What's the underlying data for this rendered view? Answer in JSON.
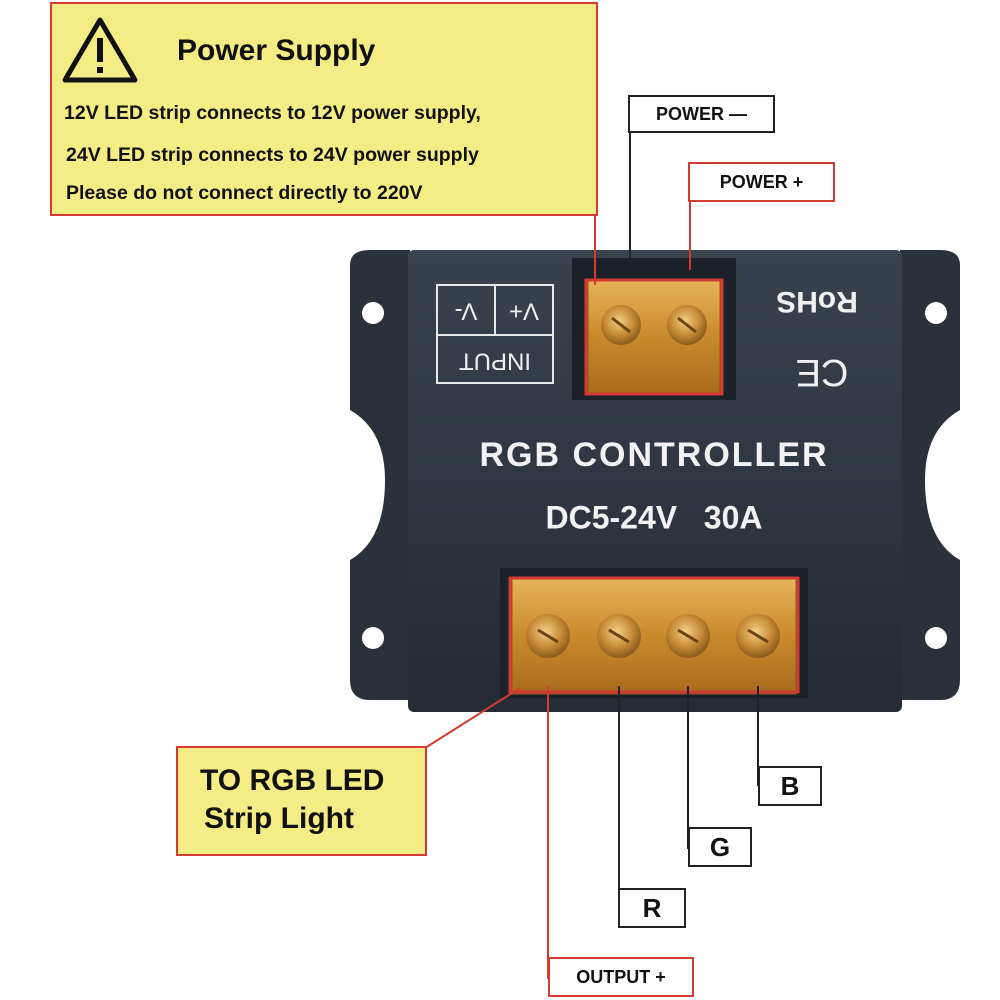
{
  "warning": {
    "icon": "warning-triangle-icon",
    "title": "Power Supply",
    "lines": [
      "12V LED strip connects to 12V power supply,",
      "24V LED strip connects to 24V power supply",
      "Please do not connect directly to 220V"
    ]
  },
  "labels": {
    "power_minus": "POWER —",
    "power_plus": "POWER +",
    "b": "B",
    "g": "G",
    "r": "R",
    "output_plus": "OUTPUT +",
    "to_rgb_line1": "TO RGB LED",
    "to_rgb_line2": "Strip Light"
  },
  "device": {
    "title": "RGB CONTROLLER",
    "rating": "DC5-24V   30A",
    "input_label": "INPUT",
    "v_plus": "V+",
    "v_minus": "V-",
    "rohs": "RoHS",
    "ce": "CE",
    "body_color": "#2e3540",
    "terminal_color": "#d69a3a"
  },
  "colors": {
    "callout_yellow": "#f4ec84",
    "highlight_red": "#d23a32"
  }
}
